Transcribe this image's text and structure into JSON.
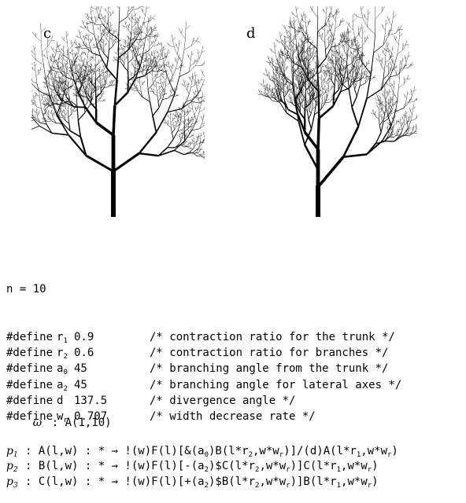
{
  "figure": {
    "panels": [
      {
        "label": "c"
      },
      {
        "label": "d"
      }
    ]
  },
  "params": {
    "n": "n = 10",
    "defines": [
      {
        "keyword": "#define",
        "name_base": "r",
        "name_sub": "1",
        "value": "0.9",
        "comment": "/* contraction ratio for the trunk */"
      },
      {
        "keyword": "#define",
        "name_base": "r",
        "name_sub": "2",
        "value": "0.6",
        "comment": "/* contraction ratio for branches */"
      },
      {
        "keyword": "#define",
        "name_base": "a",
        "name_sub": "0",
        "value": "45",
        "comment": "/* branching angle from the trunk */"
      },
      {
        "keyword": "#define",
        "name_base": "a",
        "name_sub": "2",
        "value": "45",
        "comment": "/* branching angle for lateral axes */"
      },
      {
        "keyword": "#define",
        "name_base": "d",
        "name_sub": "",
        "value": "137.5",
        "comment": "/* divergence angle */"
      },
      {
        "keyword": "#define",
        "name_base": "w",
        "name_sub": "r",
        "value": "0.707",
        "comment": "/* width decrease rate */"
      }
    ]
  },
  "productions": {
    "axiom": {
      "label": "ω",
      "label_sub": "",
      "text": ": A(1,10)"
    },
    "rules": [
      {
        "label": "p",
        "label_sub": "1",
        "parts": [
          ": A(l,w) : * → !(w)F(l)[&(a",
          {
            "sub": "0"
          },
          ")B(l*r",
          {
            "sub": "2"
          },
          ",w*w",
          {
            "sub": "r"
          },
          ")]/(d)A(l*r",
          {
            "sub": "1"
          },
          ",w*w",
          {
            "sub": "r"
          },
          ")"
        ]
      },
      {
        "label": "p",
        "label_sub": "2",
        "parts": [
          ": B(l,w) : * → !(w)F(l)[-(a",
          {
            "sub": "2"
          },
          ")$C(l*r",
          {
            "sub": "2"
          },
          ",w*w",
          {
            "sub": "r"
          },
          ")]C(l*r",
          {
            "sub": "1"
          },
          ",w*w",
          {
            "sub": "r"
          },
          ")"
        ]
      },
      {
        "label": "p",
        "label_sub": "3",
        "parts": [
          ": C(l,w) : * → !(w)F(l)[+(a",
          {
            "sub": "2"
          },
          ")$B(l*r",
          {
            "sub": "2"
          },
          ",w*w",
          {
            "sub": "r"
          },
          ")]B(l*r",
          {
            "sub": "1"
          },
          ",w*w",
          {
            "sub": "r"
          },
          ")"
        ]
      }
    ]
  }
}
